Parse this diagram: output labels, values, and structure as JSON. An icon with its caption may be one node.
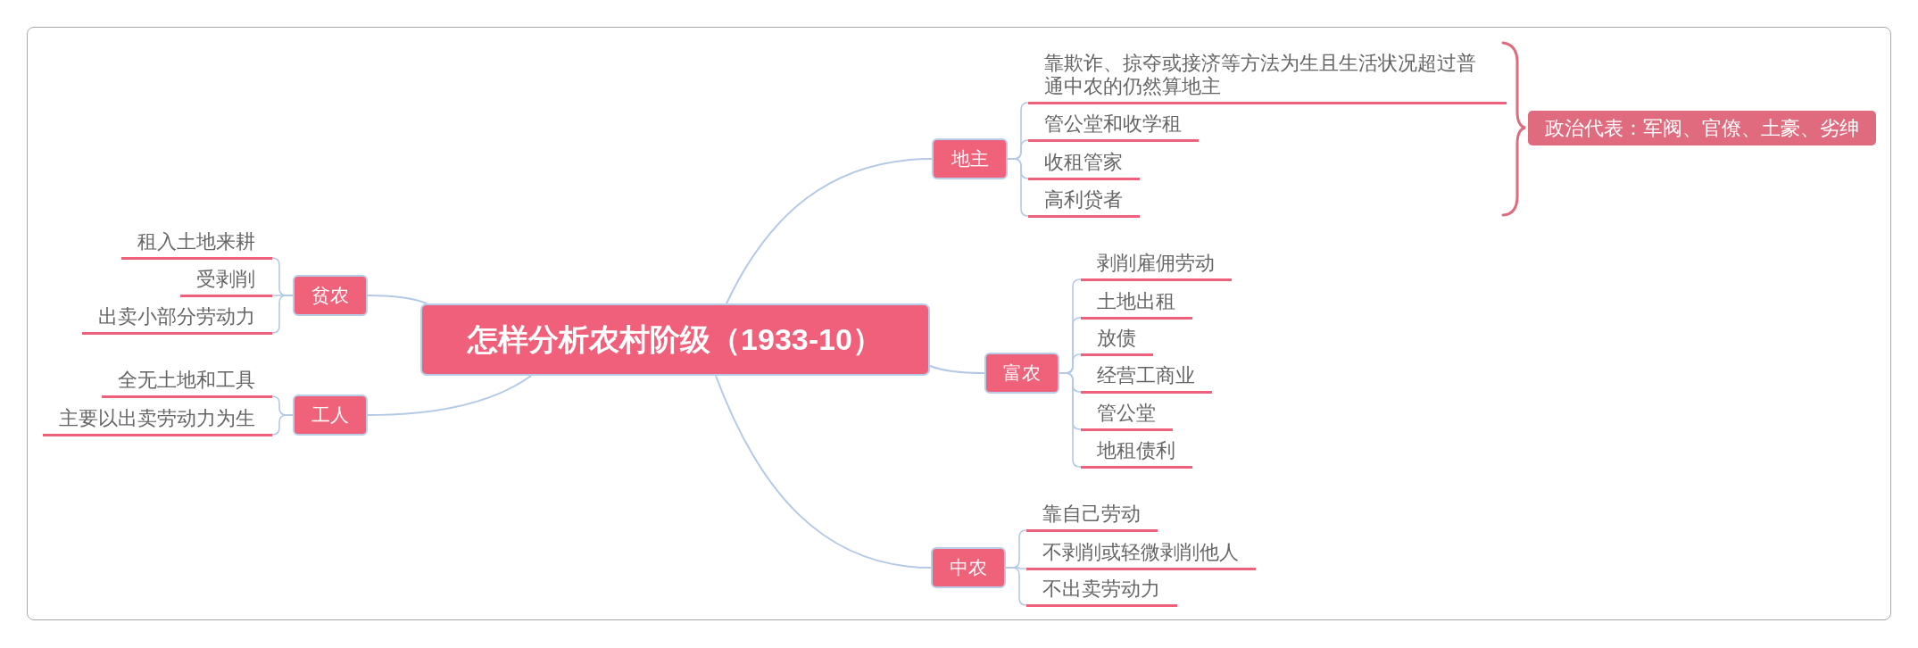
{
  "diagram": {
    "nodes": [
      {
        "text": [
          "怎样分析农村阶级（1933-10）"
        ]
      },
      {
        "text": [
          "地主"
        ]
      },
      {
        "text": [
          "靠欺诈、掠夺或接济等方法为生且生活状况超过普通中农的仍然算地主"
        ]
      },
      {
        "text": [
          "管公堂和收学租"
        ]
      },
      {
        "text": [
          "收租管家"
        ]
      },
      {
        "text": [
          "高利贷者"
        ]
      },
      {
        "text": [
          "政治代表：军阀、官僚、土豪、劣绅"
        ]
      },
      {
        "text": [
          "富农"
        ]
      },
      {
        "text": [
          "剥削雇佣劳动"
        ]
      },
      {
        "text": [
          "土地出租"
        ]
      },
      {
        "text": [
          "放债"
        ]
      },
      {
        "text": [
          "经营工商业"
        ]
      },
      {
        "text": [
          "管公堂"
        ]
      },
      {
        "text": [
          "地租债利"
        ]
      },
      {
        "text": [
          "中农"
        ]
      },
      {
        "text": [
          "靠自己劳动"
        ]
      },
      {
        "text": [
          "不剥削或轻微剥削他人"
        ]
      },
      {
        "text": [
          "不出卖劳动力"
        ]
      },
      {
        "text": [
          "贫农"
        ]
      },
      {
        "text": [
          "租入土地来耕"
        ]
      },
      {
        "text": [
          "受剥削"
        ]
      },
      {
        "text": [
          "出卖小部分劳动力"
        ]
      },
      {
        "text": [
          "工人"
        ]
      },
      {
        "text": [
          "全无土地和工具"
        ]
      },
      {
        "text": [
          "主要以出卖劳动力为生"
        ]
      }
    ],
    "edges": [
      {
        "from": 0,
        "to": 1,
        "arrow": "none"
      },
      {
        "from": 1,
        "to": 2,
        "arrow": "none"
      },
      {
        "from": 1,
        "to": 3,
        "arrow": "none"
      },
      {
        "from": 1,
        "to": 4,
        "arrow": "none"
      },
      {
        "from": 1,
        "to": 5,
        "arrow": "none"
      },
      {
        "from": 0,
        "to": 7,
        "arrow": "none"
      },
      {
        "from": 7,
        "to": 8,
        "arrow": "none"
      },
      {
        "from": 7,
        "to": 9,
        "arrow": "none"
      },
      {
        "from": 7,
        "to": 10,
        "arrow": "none"
      },
      {
        "from": 7,
        "to": 11,
        "arrow": "none"
      },
      {
        "from": 7,
        "to": 12,
        "arrow": "none"
      },
      {
        "from": 7,
        "to": 13,
        "arrow": "none"
      },
      {
        "from": 0,
        "to": 14,
        "arrow": "none"
      },
      {
        "from": 14,
        "to": 15,
        "arrow": "none"
      },
      {
        "from": 14,
        "to": 16,
        "arrow": "none"
      },
      {
        "from": 14,
        "to": 17,
        "arrow": "none"
      },
      {
        "from": 0,
        "to": 18,
        "arrow": "none"
      },
      {
        "from": 18,
        "to": 19,
        "arrow": "none"
      },
      {
        "from": 18,
        "to": 20,
        "arrow": "none"
      },
      {
        "from": 18,
        "to": 21,
        "arrow": "none"
      },
      {
        "from": 0,
        "to": 22,
        "arrow": "none"
      },
      {
        "from": 22,
        "to": 23,
        "arrow": "none"
      },
      {
        "from": 22,
        "to": 24,
        "arrow": "none"
      }
    ]
  }
}
